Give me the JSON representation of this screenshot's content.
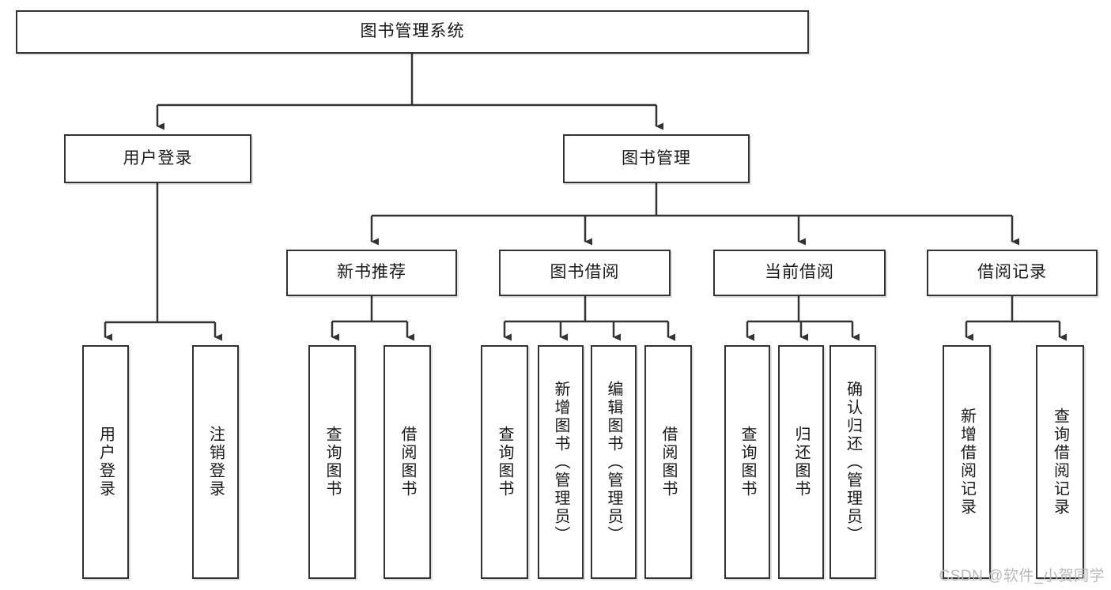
{
  "diagram": {
    "type": "tree",
    "title": "图书管理系统",
    "watermark": "CSDN @软件_小贺同学",
    "colors": {
      "box_border": "#333333",
      "box_fill": "#ffffff",
      "edge": "#333333",
      "text": "#1a1a1a",
      "watermark": "#b8b8b8"
    },
    "levels": {
      "root": {
        "label": "图书管理系统"
      },
      "level2": [
        {
          "label": "用户登录"
        },
        {
          "label": "图书管理"
        }
      ],
      "level3": [
        {
          "label": "新书推荐"
        },
        {
          "label": "图书借阅"
        },
        {
          "label": "当前借阅"
        },
        {
          "label": "借阅记录"
        }
      ],
      "leaves": {
        "user_login": [
          {
            "label": "用户登录"
          },
          {
            "label": "注销登录"
          }
        ],
        "new_book": [
          {
            "label": "查询图书"
          },
          {
            "label": "借阅图书"
          }
        ],
        "book_borrow": [
          {
            "label": "查询图书"
          },
          {
            "label": "新增图书（管理员）"
          },
          {
            "label": "编辑图书（管理员）"
          },
          {
            "label": "借阅图书"
          }
        ],
        "current_borrow": [
          {
            "label": "查询图书"
          },
          {
            "label": "归还图书"
          },
          {
            "label": "确认归还（管理员）"
          }
        ],
        "borrow_record": [
          {
            "label": "新增借阅记录"
          },
          {
            "label": "查询借阅记录"
          }
        ]
      }
    }
  }
}
